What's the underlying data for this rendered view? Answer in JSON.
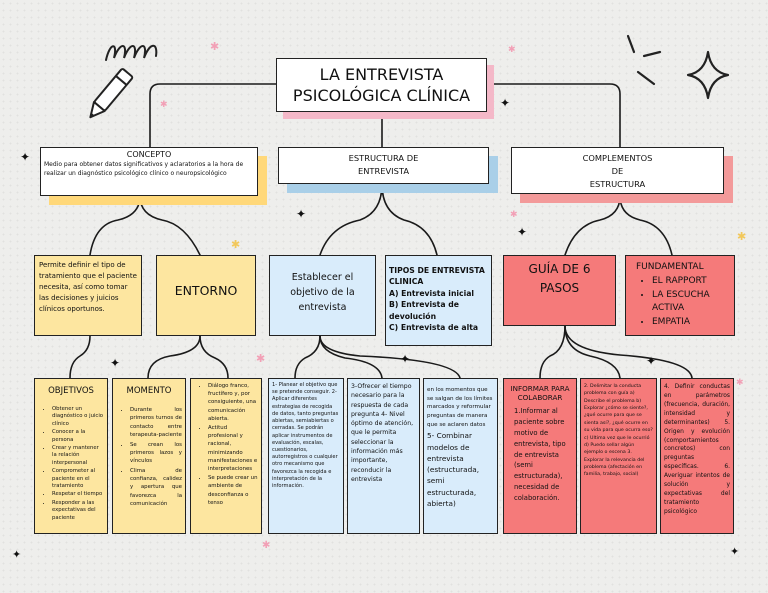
{
  "title": {
    "line1": "LA ENTREVISTA",
    "line2": "PSICOLÓGICA CLÍNICA"
  },
  "concepto": {
    "heading": "CONCEPTO",
    "text": "Medio para obtener datos significativos y aclaratorios a la hora de realizar un diagnóstico psicológico clínico o neuropsicológico"
  },
  "estructura": {
    "line1": "ESTRUCTURA DE",
    "line2": "ENTREVISTA"
  },
  "complementos": {
    "line1": "COMPLEMENTOS",
    "line2": "DE",
    "line3": "ESTRUCTURA"
  },
  "permite": "Permite definir el tipo de tratamiento que el paciente necesita, así como tomar las decisiones y juicios clínicos oportunos.",
  "entorno": "ENTORNO",
  "establecer": "Establecer el objetivo de la entrevista",
  "tipos": {
    "heading": "TIPOS DE ENTREVISTA CLINICA",
    "items": [
      "A) Entrevista inicial",
      "B) Entrevista de devolución",
      "C) Entrevista de alta"
    ]
  },
  "guia": "GUÍA DE 6 PASOS",
  "fundamental": {
    "heading": "FUNDAMENTAL",
    "items": [
      "EL RAPPORT",
      "LA ESCUCHA ACTIVA",
      "EMPATIA"
    ]
  },
  "objetivos": {
    "heading": "OBJETIVOS",
    "items": [
      "Obtener un diagnóstico o juicio clínico",
      "Conocer a la persona",
      "Crear y mantener la relación interpersonal",
      "Comprometer al paciente en el tratamiento",
      "Respetar el tiempo",
      "Responder a las expectativas del paciente"
    ]
  },
  "momento": {
    "heading": "MOMENTO",
    "items": [
      "Durante los primeros turnos de contacto entre terapeuta-paciente",
      "Se crean los primeros lazos y vínculos",
      "Clima de confianza, calidez y apertura que favorezca la comunicación"
    ]
  },
  "dialogo": {
    "items": [
      "Diálogo franco, fructífero y, por consiguiente, una comunicación abierta.",
      "Actitud profesional y racional, minimizando manifestaciones e interpretaciones",
      "Se puede crear un ambiente de desconfianza o tenso"
    ]
  },
  "planear": "1- Planear el objetivo que se pretende conseguir. 2- Aplicar diferentes estrategias de recogida de datos, tanto preguntas abiertas, semiabiertas o cerradas. Se podrán aplicar instrumentos de evaluación, escalas, cuestionarios, autorregistros o cualquier otro mecanismo que favorezca la recogida e interpretación de la información.",
  "ofrecer": "3-Ofrecer el tiempo necesario para la respuesta de cada pregunta 4- Nivel óptimo de atención, que le permita seleccionar la información más importante, reconducir la entrevista",
  "momentos": {
    "text": "en los momentos que se salgan de los límites marcados y reformular preguntas de manera que se aclaren datos",
    "step5": "5- Combinar modelos de entrevista (estructurada, semi estructurada, abierta)"
  },
  "informar": {
    "heading": "INFORMAR PARA COLABORAR",
    "text": "1.Informar al paciente sobre motivo de entrevista, tipo de entrevista (semi estructurada), necesidad de colaboración."
  },
  "delimitar": "2. Delimitar la conducta problema con guía a) Describe el problema b) Explorar ¿cómo se siente?, ¿qué ocurre para que se sienta así?, ¿qué ocurre en su vida para que ocurra eso? c) Ultima vez que le ocurrió d) Puedo sellar algún ejemplo o escena 3. Explorar la relevancia del problema (afectación en familia, trabajo, social)",
  "definir": "4. Definir conductas en parámetros (frecuencia, duración, intensidad y determinantes) 5. Origen y evolución (comportamientos concretos) con preguntas específicas. 6. Averiguar intentos de solución y expectativas del tratamiento psicológico",
  "colors": {
    "yellow": "#fde6a0",
    "yellowShadow": "#ffd87a",
    "blue": "#d9ecfb",
    "red": "#f57a7a",
    "redShadow": "#f39a9a",
    "pinkShadow": "#f4b8c8",
    "background": "#eeeeec"
  },
  "decorations": [
    "pencil-icon",
    "squiggle-icon",
    "sparkle-icon",
    "star-icon"
  ]
}
